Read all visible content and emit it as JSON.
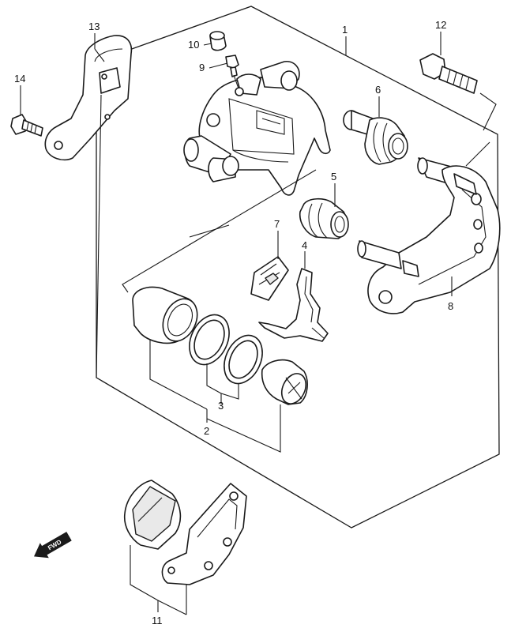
{
  "diagram": {
    "callouts": [
      {
        "id": "1",
        "label": "1"
      },
      {
        "id": "2",
        "label": "2"
      },
      {
        "id": "3",
        "label": "3"
      },
      {
        "id": "4",
        "label": "4"
      },
      {
        "id": "5",
        "label": "5"
      },
      {
        "id": "6",
        "label": "6"
      },
      {
        "id": "7",
        "label": "7"
      },
      {
        "id": "8",
        "label": "8"
      },
      {
        "id": "9",
        "label": "9"
      },
      {
        "id": "10",
        "label": "10"
      },
      {
        "id": "11",
        "label": "11"
      },
      {
        "id": "12",
        "label": "12"
      },
      {
        "id": "13",
        "label": "13"
      },
      {
        "id": "14",
        "label": "14"
      }
    ],
    "direction_marker": {
      "text": "FWD",
      "icon": "forward-arrow-icon"
    },
    "colors": {
      "line": "#1a1a1a",
      "background": "#ffffff"
    }
  }
}
